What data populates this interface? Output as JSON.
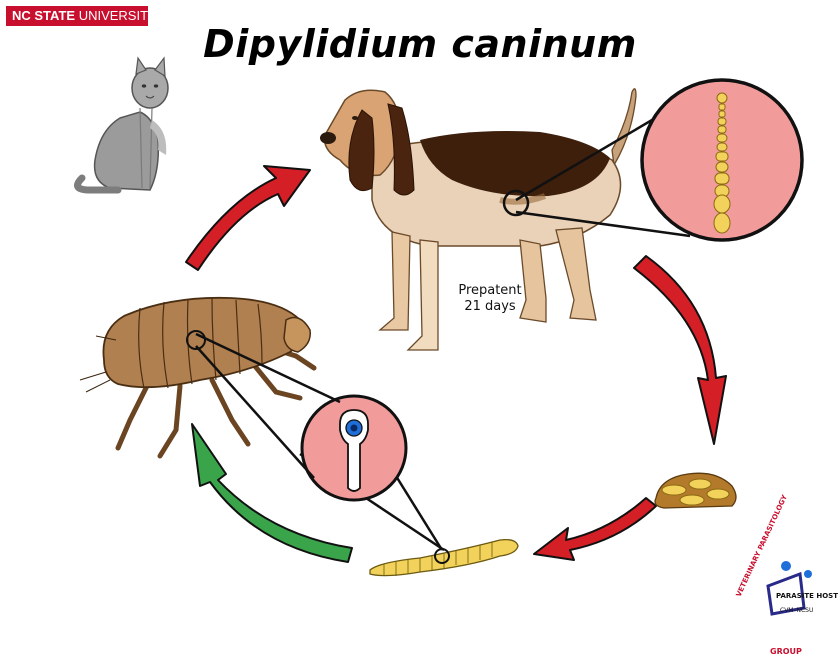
{
  "header": {
    "brand_bold": "NC STATE",
    "brand_rest": " UNIVERSITY",
    "title": "Dipylidium caninum"
  },
  "hosts": {
    "definitive": "dog-icon",
    "alternate": "cat-icon",
    "intermediate": "flea-icon",
    "larval": "flea-larva-icon"
  },
  "annotation": {
    "line1": "Prepatent",
    "line2": "21 days"
  },
  "logo": {
    "text_top": "VETERINARY PARASITOLOGY",
    "text_center": "PARASITE HOST",
    "text_sub": "CVM–NCSU",
    "text_bottom": "GROUP"
  },
  "colors": {
    "brand_red": "#c8102e",
    "arrow_red": "#d41f26",
    "arrow_green": "#3aa44a",
    "inset_pink": "#f29b9b",
    "segment_yellow": "#f2d25a"
  }
}
